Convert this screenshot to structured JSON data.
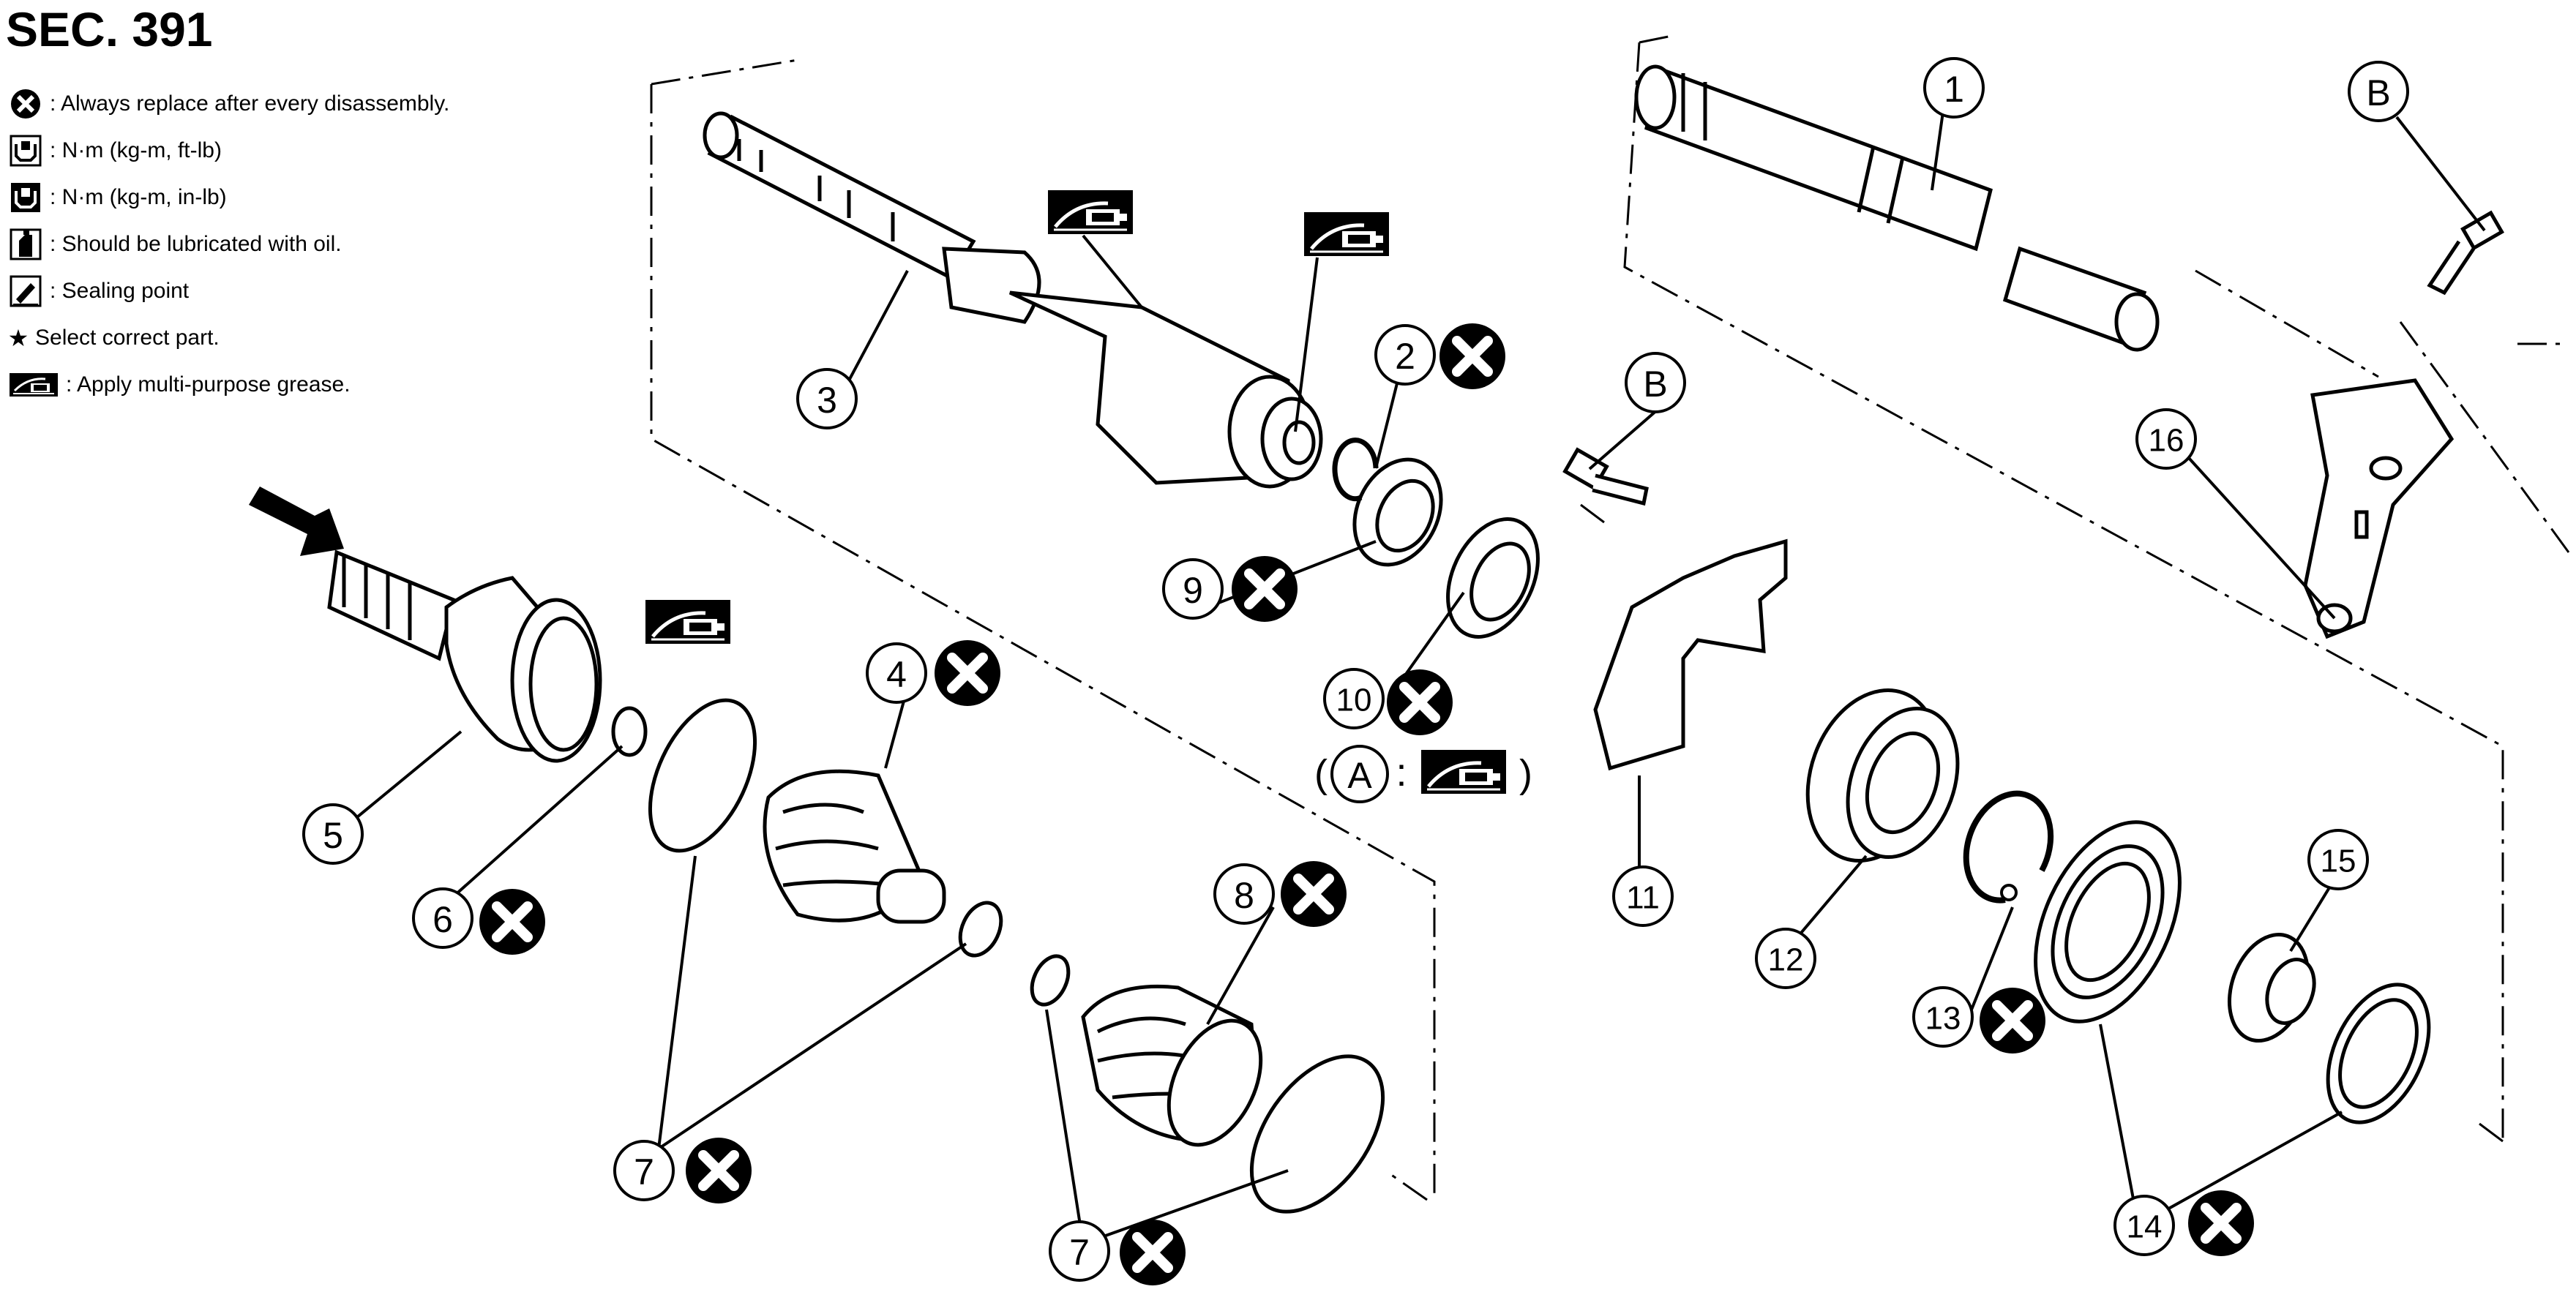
{
  "title": "SEC. 391",
  "legend": [
    {
      "icon": "replace-x-icon",
      "text": ": Always replace after every disassembly."
    },
    {
      "icon": "torque-wrench-icon",
      "text": ": N·m (kg-m, ft-lb)"
    },
    {
      "icon": "torque-wrench-filled-icon",
      "text": ": N·m (kg-m, in-lb)"
    },
    {
      "icon": "oil-can-icon",
      "text": ": Should be lubricated with oil."
    },
    {
      "icon": "sealing-point-icon",
      "text": ": Sealing point"
    },
    {
      "icon": "star-icon",
      "text": "Select correct part."
    },
    {
      "icon": "grease-gun-icon",
      "text": ": Apply multi-purpose grease."
    }
  ],
  "callouts": {
    "c1": "1",
    "c2": "2",
    "c3": "3",
    "c4": "4",
    "c5": "5",
    "c6": "6",
    "c7a": "7",
    "c7b": "7",
    "c8": "8",
    "c9": "9",
    "c10": "10",
    "c11": "11",
    "c12": "12",
    "c13": "13",
    "c14": "14",
    "c15": "15",
    "c16": "16",
    "cB1": "B",
    "cB2": "B",
    "cA": "A"
  },
  "note_a": {
    "open": "(",
    "colon": ":",
    "close": ")"
  },
  "colors": {
    "ink": "#000000",
    "paper": "#ffffff"
  }
}
